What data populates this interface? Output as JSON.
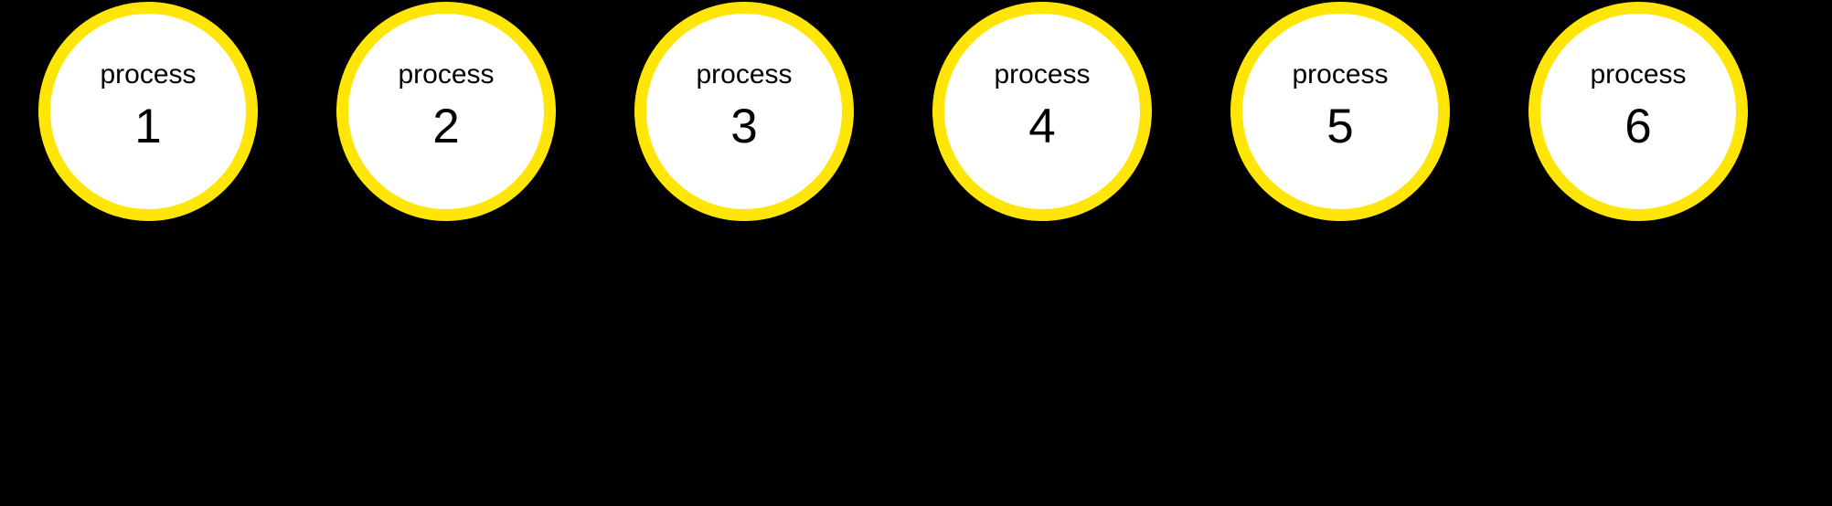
{
  "diagram": {
    "type": "process-circles",
    "background_color": "#000000",
    "node_fill_color": "#ffffff",
    "node_border_color": "#ffe606",
    "node_text_color": "#000000",
    "nodes": [
      {
        "label": "process",
        "number": "1"
      },
      {
        "label": "process",
        "number": "2"
      },
      {
        "label": "process",
        "number": "3"
      },
      {
        "label": "process",
        "number": "4"
      },
      {
        "label": "process",
        "number": "5"
      },
      {
        "label": "process",
        "number": "6"
      }
    ]
  }
}
